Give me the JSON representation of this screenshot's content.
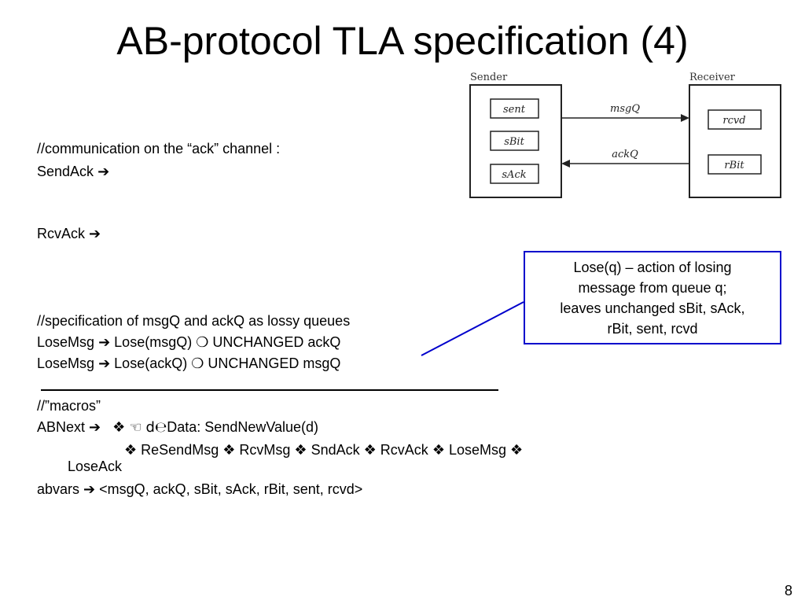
{
  "title": "AB-protocol TLA specification (4)",
  "symbols": {
    "defines": "➔",
    "and": "❍",
    "or": "❖",
    "exists": "☜",
    "member": "d℮"
  },
  "body": {
    "comment_ack": "//communication on the “ack” channel :",
    "send_ack": "SendAck",
    "rcv_ack": "RcvAck",
    "comment_queues": "//specification of msgQ and ackQ as lossy queues",
    "lose_msg_label_1": "LoseMsg",
    "lose_msg_body_1a": "Lose(msgQ)",
    "lose_msg_body_1b": "UNCHANGED ackQ",
    "lose_msg_label_2": "LoseMsg",
    "lose_msg_body_2a": "Lose(ackQ)",
    "lose_msg_body_2b": "UNCHANGED msgQ",
    "comment_macros": "//”macros”",
    "abnext_label": "ABNext",
    "abnext_data": "Data: SendNewValue(d)",
    "abnext_alts": [
      "ReSendMsg",
      "RcvMsg",
      "SndAck",
      "RcvAck",
      "LoseMsg"
    ],
    "abnext_last": "LoseAck",
    "abvars_label": "abvars",
    "abvars_body": "<msgQ, ackQ, sBit, sAck, rBit, sent, rcvd>"
  },
  "diagram": {
    "sender_label": "Sender",
    "receiver_label": "Receiver",
    "sender_vars": [
      "sent",
      "sBit",
      "sAck"
    ],
    "receiver_vars": [
      "rcvd",
      "rBit"
    ],
    "channel_top": "msgQ",
    "channel_bottom": "ackQ"
  },
  "callout": {
    "lines": [
      "Lose(q) – action of losing",
      "message from queue q;",
      "leaves unchanged sBit, sAck,",
      "rBit, sent, rcvd"
    ]
  },
  "page_number": "8"
}
